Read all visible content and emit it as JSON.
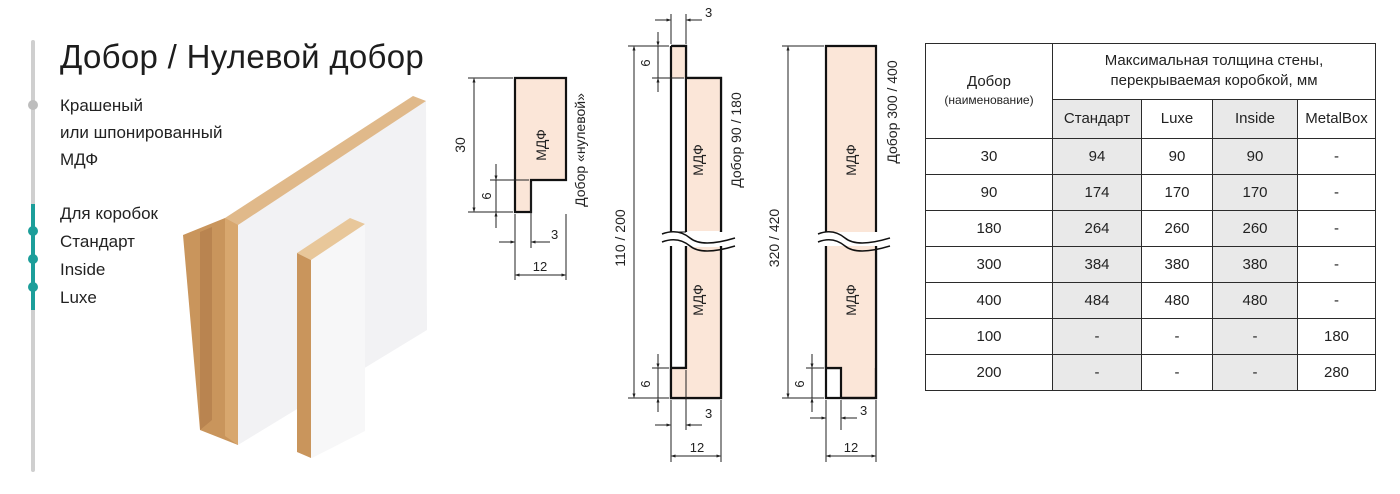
{
  "title": "Добор / Нулевой добор",
  "material": [
    "Крашеный",
    "или шпонированный",
    "МДФ"
  ],
  "boxes_heading": "Для коробок",
  "boxes": [
    "Стандарт",
    "Inside",
    "Luxe"
  ],
  "colors": {
    "accent": "#1c9e9a",
    "profile_fill": "#fbe6d8",
    "table_gray": "#e9e9e9"
  },
  "profiles": [
    {
      "name": "Добор «нулевой»",
      "material": "МДФ",
      "height": "30",
      "step": "6",
      "step_width": "3",
      "width": "12"
    },
    {
      "name": "Добор 90 / 180",
      "material": "МДФ",
      "height": "110 / 200",
      "step": "6",
      "step_width": "3",
      "width": "12"
    },
    {
      "name": "Добор 300 / 400",
      "material": "МДФ",
      "height": "320 / 420",
      "step": "6",
      "step_width": "3",
      "width": "12"
    }
  ],
  "table": {
    "col_head_left": "Добор",
    "col_head_left_sub": "(наименование)",
    "col_head_top": [
      "Максимальная толщина стены,",
      "перекрываемая коробкой, мм"
    ],
    "sub_headers": [
      "Стандарт",
      "Luxe",
      "Inside",
      "MetalBox"
    ],
    "rows": [
      {
        "name": "30",
        "values": [
          "94",
          "90",
          "90",
          "-"
        ]
      },
      {
        "name": "90",
        "values": [
          "174",
          "170",
          "170",
          "-"
        ]
      },
      {
        "name": "180",
        "values": [
          "264",
          "260",
          "260",
          "-"
        ]
      },
      {
        "name": "300",
        "values": [
          "384",
          "380",
          "380",
          "-"
        ]
      },
      {
        "name": "400",
        "values": [
          "484",
          "480",
          "480",
          "-"
        ]
      },
      {
        "name": "100",
        "values": [
          "-",
          "-",
          "-",
          "180"
        ]
      },
      {
        "name": "200",
        "values": [
          "-",
          "-",
          "-",
          "280"
        ]
      }
    ]
  }
}
